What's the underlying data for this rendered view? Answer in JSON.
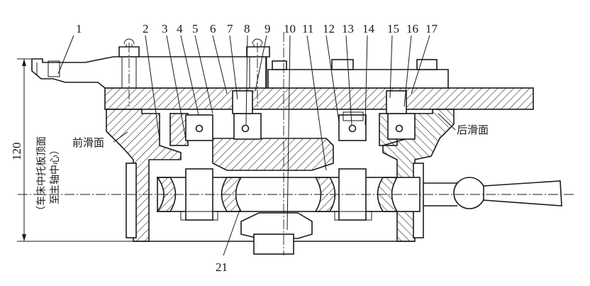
{
  "part_labels": [
    "1",
    "2",
    "3",
    "4",
    "5",
    "6",
    "7",
    "8",
    "9",
    "10",
    "11",
    "12",
    "13",
    "14",
    "15",
    "16",
    "17",
    "21"
  ],
  "annotations": {
    "front_slide": "前滑面",
    "rear_slide": "后滑面",
    "dimension_value": "120",
    "dimension_note_line1": "（车床中托板顶面",
    "dimension_note_line2": "至主轴中心）"
  }
}
